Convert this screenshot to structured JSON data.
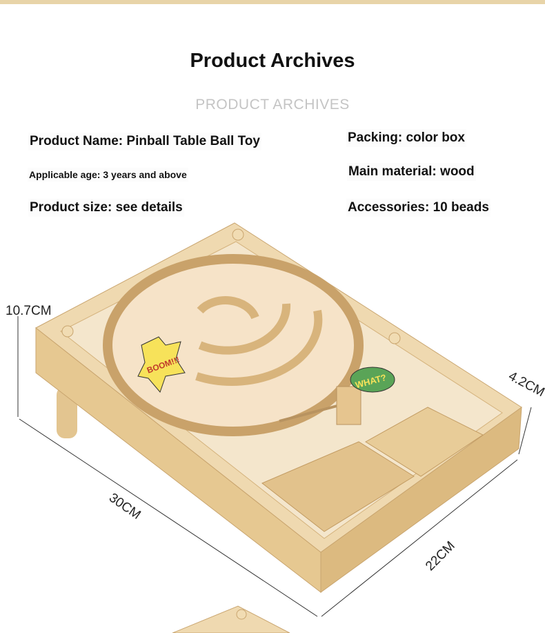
{
  "header": {
    "title": "Product Archives",
    "subtitle": "PRODUCT ARCHIVES"
  },
  "specs": {
    "name": "Product Name: Pinball Table Ball Toy",
    "age": "Applicable age: 3 years and above",
    "size": "Product size: see details",
    "packing": "Packing: color box",
    "material": "Main material: wood",
    "accessories": "Accessories: 10 beads"
  },
  "dimensions": {
    "height": "10.7CM",
    "depth": "4.2CM",
    "length": "30CM",
    "width": "22CM"
  },
  "toy_graphics": {
    "boom": "BOOM!!!",
    "what": "WHAT?"
  },
  "colors": {
    "top_bar": "#e8d4a8",
    "wood": "#e9cfa3",
    "wood_dark": "#d9b784"
  }
}
